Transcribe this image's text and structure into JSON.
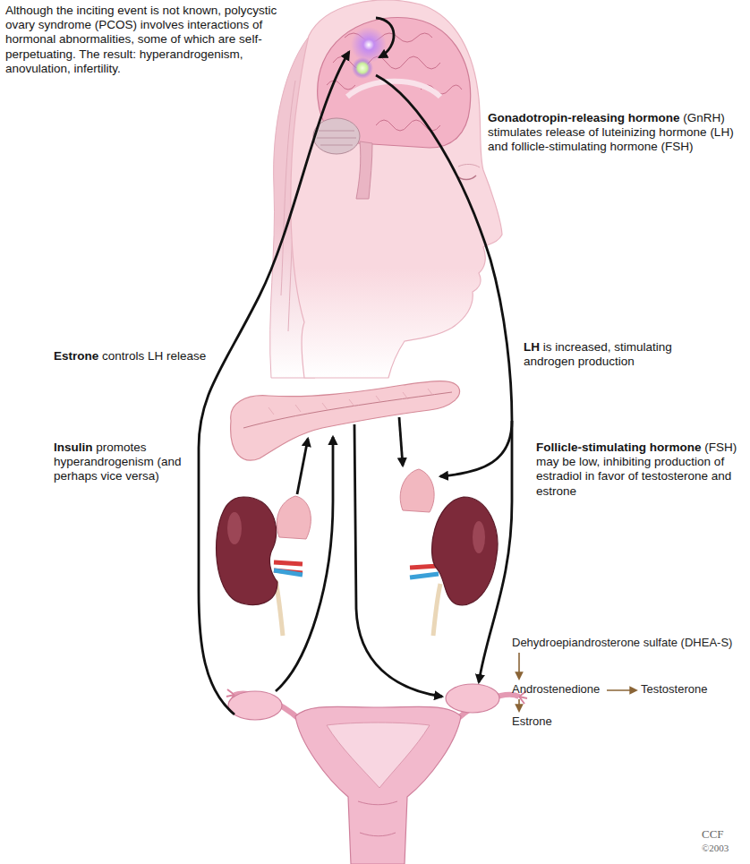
{
  "diagram": {
    "labels": [
      "Although the inciting event is not known, polycystic ovary syndrome (PCOS) involves interactions of hormonal abnormalities, some of which are self-perpetuating. The result: hyperandrogenism, anovulation, infertility.",
      "Gonadotropin-releasing hormone",
      "(GnRH) stimulates release of luteinizing hormone (LH) and follicle-stimulating hormone (FSH)",
      "Estrone",
      "controls LH release",
      "LH",
      "is increased, stimulating androgen production",
      "Insulin",
      "promotes hyperandrogenism (and perhaps vice versa)",
      "Follicle-stimulating hormone",
      "(FSH) may be low, inhibiting production of estradiol in favor of testosterone and estrone",
      "Dehydroepiandrosterone sulfate (DHEA-S)",
      "Androstenedione",
      "Testosterone",
      "Estrone",
      "CCF",
      "©2003"
    ]
  }
}
